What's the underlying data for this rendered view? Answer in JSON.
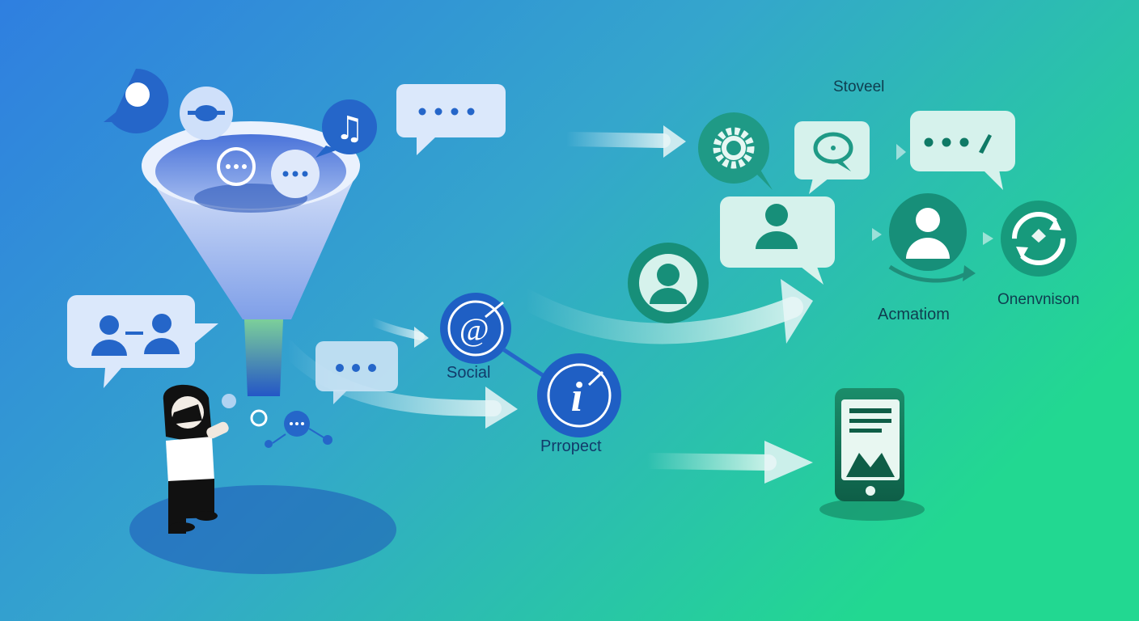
{
  "labels": {
    "social": "Social",
    "prospect": "Prropect",
    "stoveel": "Stoveel",
    "acmatiom": "Acmatiom",
    "onenvnison": "Onenvnison"
  },
  "glyphs": {
    "at_sign": "@",
    "info_mark": "i",
    "music_note": "♫",
    "dots": "• • • •"
  },
  "colors": {
    "bg_left": "#2f7fe0",
    "bg_mid": "#34a6cc",
    "bg_right": "#22d891",
    "funnel": "#dfe9fb",
    "blue_icon": "#2566c9",
    "teal_icon": "#1f9a86",
    "bubble_blue": "#dbe8fb",
    "bubble_teal": "#d6f2ec"
  },
  "icons": [
    "funnel-icon",
    "person-icon",
    "speech-bubble-icon",
    "gear-icon",
    "user-icon",
    "refresh-icon",
    "phone-icon",
    "music-note-icon",
    "arrow-icon"
  ]
}
